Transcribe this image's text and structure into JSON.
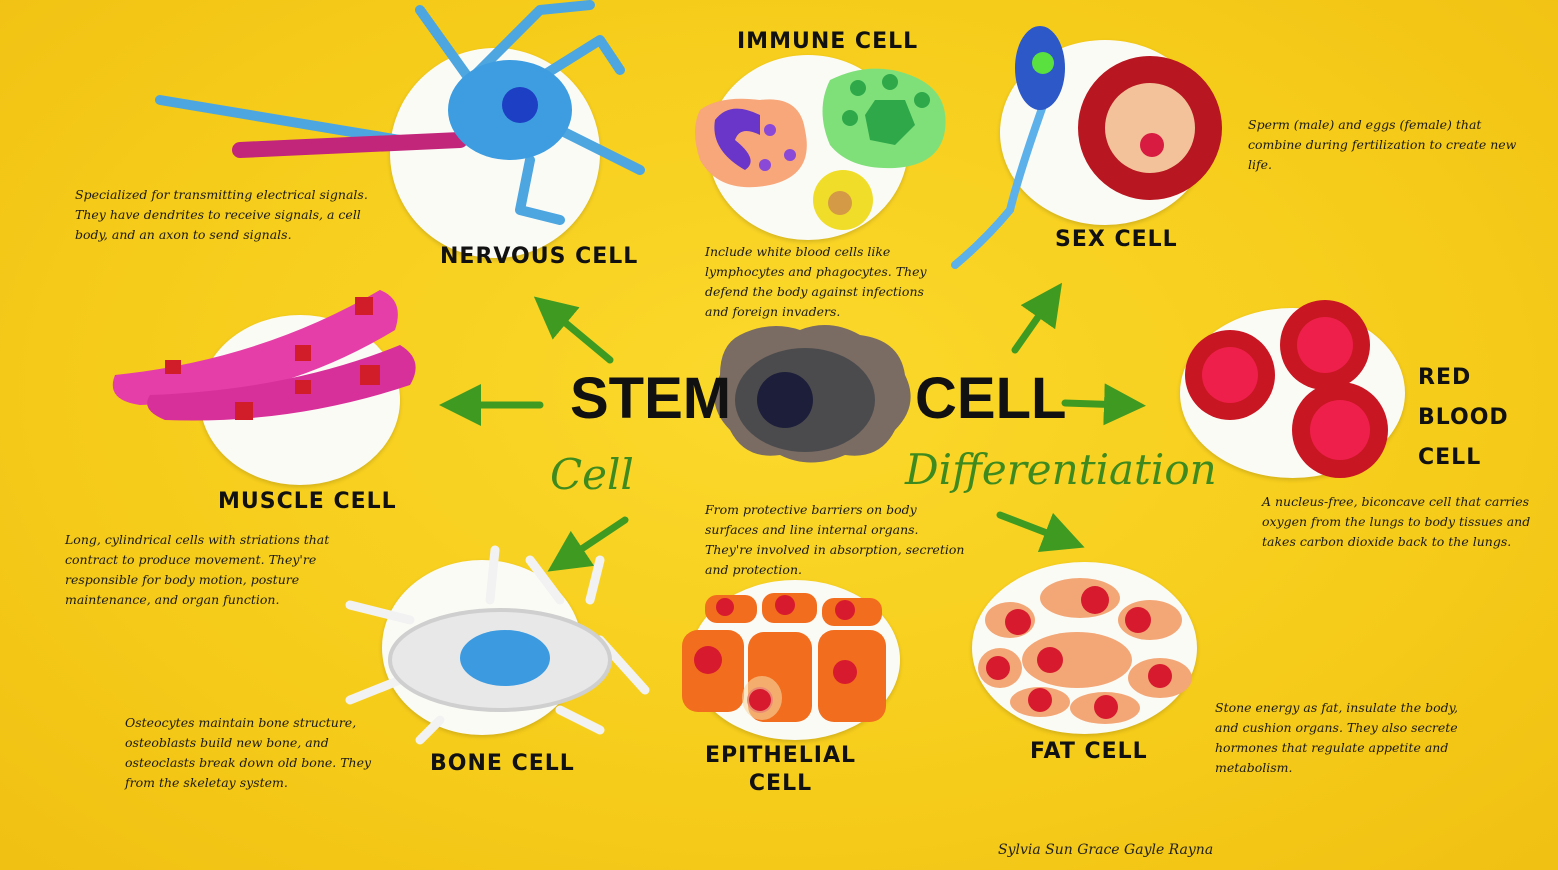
{
  "center": {
    "stem": "STEM",
    "cell": "CELL",
    "cell_script": "Cell",
    "differentiation": "Differentiation"
  },
  "cells": {
    "nervous": {
      "label": "NERVOUS CELL",
      "desc": "Specialized for transmitting electrical signals. They have dendrites to receive signals, a cell body, and an axon to send signals."
    },
    "immune": {
      "label": "IMMUNE CELL",
      "desc": "Include white blood cells like lymphocytes and phagocytes. They defend the body against infections and foreign invaders."
    },
    "sex": {
      "label": "SEX CELL",
      "desc": "Sperm (male) and eggs (female) that combine during fertilization to create new life."
    },
    "muscle": {
      "label": "MUSCLE CELL",
      "desc": "Long, cylindrical cells with striations that contract to produce movement. They're responsible for body motion, posture maintenance, and organ function."
    },
    "red_blood": {
      "label": "RED\nBLOOD\nCELL",
      "desc": "A nucleus-free, biconcave cell that carries oxygen from the lungs to body tissues and takes carbon dioxide back to the lungs."
    },
    "bone": {
      "label": "BONE CELL",
      "desc": "Osteocytes maintain bone structure, osteoblasts build new bone, and osteoclasts break down old bone. They from the skeletay system."
    },
    "epithelial": {
      "label": "EPITHELIAL\nCELL",
      "desc": "From protective barriers on body surfaces and line internal organs. They're involved in absorption, secretion and protection."
    },
    "fat": {
      "label": "FAT CELL",
      "desc": "Stone energy as fat, insulate the body, and cushion organs. They also secrete hormones that regulate appetite and metabolism."
    }
  },
  "authors": "Sylvia Sun  Grace  Gayle  Rayna",
  "colors": {
    "background": "#f6cf1e",
    "arrow": "#3f9a22",
    "text": "#111111"
  }
}
